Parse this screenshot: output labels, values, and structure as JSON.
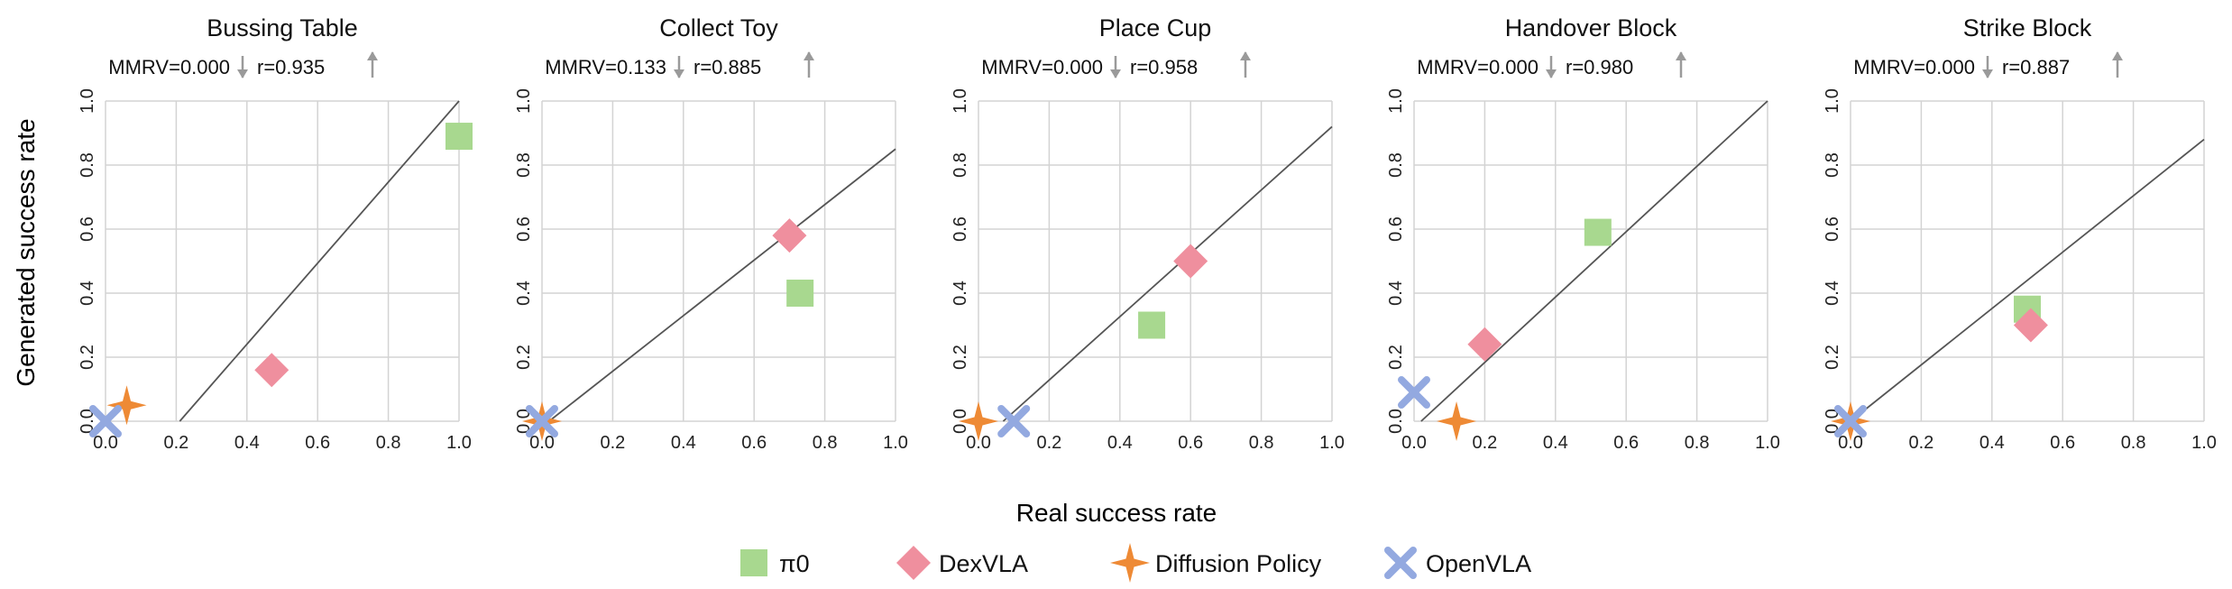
{
  "figure": {
    "ylabel": "Generated success rate",
    "xlabel": "Real success rate",
    "legend": [
      {
        "name": "π0",
        "marker": "square",
        "color": "#a8d88f"
      },
      {
        "name": "DexVLA",
        "marker": "diamond",
        "color": "#ef8f9e"
      },
      {
        "name": "Diffusion Policy",
        "marker": "star4",
        "color": "#ee8a35"
      },
      {
        "name": "OpenVLA",
        "marker": "x",
        "color": "#93a9e0"
      }
    ],
    "arrow_color": "#9a9a9a",
    "line_color": "#555555",
    "grid_color": "#d3d3d3"
  },
  "chart_data": [
    {
      "type": "scatter",
      "title": "Bussing Table",
      "mmrv_label": "MMRV=0.000",
      "r_label": "r=0.935",
      "xlim": [
        0,
        1
      ],
      "ylim": [
        0,
        1
      ],
      "xticks": [
        "0.0",
        "0.2",
        "0.4",
        "0.6",
        "0.8",
        "1.0"
      ],
      "yticks": [
        "0.0",
        "0.2",
        "0.4",
        "0.6",
        "0.8",
        "1.0"
      ],
      "grid": true,
      "series": [
        {
          "name": "π0",
          "x": [
            1.0
          ],
          "y": [
            0.89
          ]
        },
        {
          "name": "DexVLA",
          "x": [
            0.47
          ],
          "y": [
            0.16
          ]
        },
        {
          "name": "Diffusion Policy",
          "x": [
            0.06
          ],
          "y": [
            0.05
          ]
        },
        {
          "name": "OpenVLA",
          "x": [
            0.0
          ],
          "y": [
            0.0
          ]
        }
      ],
      "fit_line": {
        "x": [
          0.21,
          1.0
        ],
        "y": [
          0.0,
          1.0
        ]
      }
    },
    {
      "type": "scatter",
      "title": "Collect Toy",
      "mmrv_label": "MMRV=0.133",
      "r_label": "r=0.885",
      "xlim": [
        0,
        1
      ],
      "ylim": [
        0,
        1
      ],
      "xticks": [
        "0.0",
        "0.2",
        "0.4",
        "0.6",
        "0.8",
        "1.0"
      ],
      "yticks": [
        "0.0",
        "0.2",
        "0.4",
        "0.6",
        "0.8",
        "1.0"
      ],
      "grid": true,
      "series": [
        {
          "name": "π0",
          "x": [
            0.73
          ],
          "y": [
            0.4
          ]
        },
        {
          "name": "DexVLA",
          "x": [
            0.7
          ],
          "y": [
            0.58
          ]
        },
        {
          "name": "Diffusion Policy",
          "x": [
            0.0
          ],
          "y": [
            0.0
          ]
        },
        {
          "name": "OpenVLA",
          "x": [
            0.0
          ],
          "y": [
            0.0
          ]
        }
      ],
      "fit_line": {
        "x": [
          0.02,
          1.0
        ],
        "y": [
          0.0,
          0.85
        ]
      }
    },
    {
      "type": "scatter",
      "title": "Place Cup",
      "mmrv_label": "MMRV=0.000",
      "r_label": "r=0.958",
      "xlim": [
        0,
        1
      ],
      "ylim": [
        0,
        1
      ],
      "xticks": [
        "0.0",
        "0.2",
        "0.4",
        "0.6",
        "0.8",
        "1.0"
      ],
      "yticks": [
        "0.0",
        "0.2",
        "0.4",
        "0.6",
        "0.8",
        "1.0"
      ],
      "grid": true,
      "series": [
        {
          "name": "π0",
          "x": [
            0.49
          ],
          "y": [
            0.3
          ]
        },
        {
          "name": "DexVLA",
          "x": [
            0.6
          ],
          "y": [
            0.5
          ]
        },
        {
          "name": "Diffusion Policy",
          "x": [
            0.0
          ],
          "y": [
            0.0
          ]
        },
        {
          "name": "OpenVLA",
          "x": [
            0.1
          ],
          "y": [
            0.0
          ]
        }
      ],
      "fit_line": {
        "x": [
          0.07,
          1.0
        ],
        "y": [
          0.0,
          0.92
        ]
      }
    },
    {
      "type": "scatter",
      "title": "Handover Block",
      "mmrv_label": "MMRV=0.000",
      "r_label": "r=0.980",
      "xlim": [
        0,
        1
      ],
      "ylim": [
        0,
        1
      ],
      "xticks": [
        "0.0",
        "0.2",
        "0.4",
        "0.6",
        "0.8",
        "1.0"
      ],
      "yticks": [
        "0.0",
        "0.2",
        "0.4",
        "0.6",
        "0.8",
        "1.0"
      ],
      "grid": true,
      "series": [
        {
          "name": "π0",
          "x": [
            0.52
          ],
          "y": [
            0.59
          ]
        },
        {
          "name": "DexVLA",
          "x": [
            0.2
          ],
          "y": [
            0.24
          ]
        },
        {
          "name": "Diffusion Policy",
          "x": [
            0.12
          ],
          "y": [
            0.0
          ]
        },
        {
          "name": "OpenVLA",
          "x": [
            0.0
          ],
          "y": [
            0.09
          ]
        }
      ],
      "fit_line": {
        "x": [
          0.02,
          1.0
        ],
        "y": [
          0.0,
          1.0
        ]
      }
    },
    {
      "type": "scatter",
      "title": "Strike Block",
      "mmrv_label": "MMRV=0.000",
      "r_label": "r=0.887",
      "xlim": [
        0,
        1
      ],
      "ylim": [
        0,
        1
      ],
      "xticks": [
        "0.0",
        "0.2",
        "0.4",
        "0.6",
        "0.8",
        "1.0"
      ],
      "yticks": [
        "0.0",
        "0.2",
        "0.4",
        "0.6",
        "0.8",
        "1.0"
      ],
      "grid": true,
      "series": [
        {
          "name": "π0",
          "x": [
            0.5
          ],
          "y": [
            0.35
          ]
        },
        {
          "name": "DexVLA",
          "x": [
            0.51
          ],
          "y": [
            0.3
          ]
        },
        {
          "name": "Diffusion Policy",
          "x": [
            0.0
          ],
          "y": [
            0.0
          ]
        },
        {
          "name": "OpenVLA",
          "x": [
            0.0
          ],
          "y": [
            0.0
          ]
        }
      ],
      "fit_line": {
        "x": [
          0.0,
          1.0
        ],
        "y": [
          0.0,
          0.88
        ]
      }
    }
  ]
}
